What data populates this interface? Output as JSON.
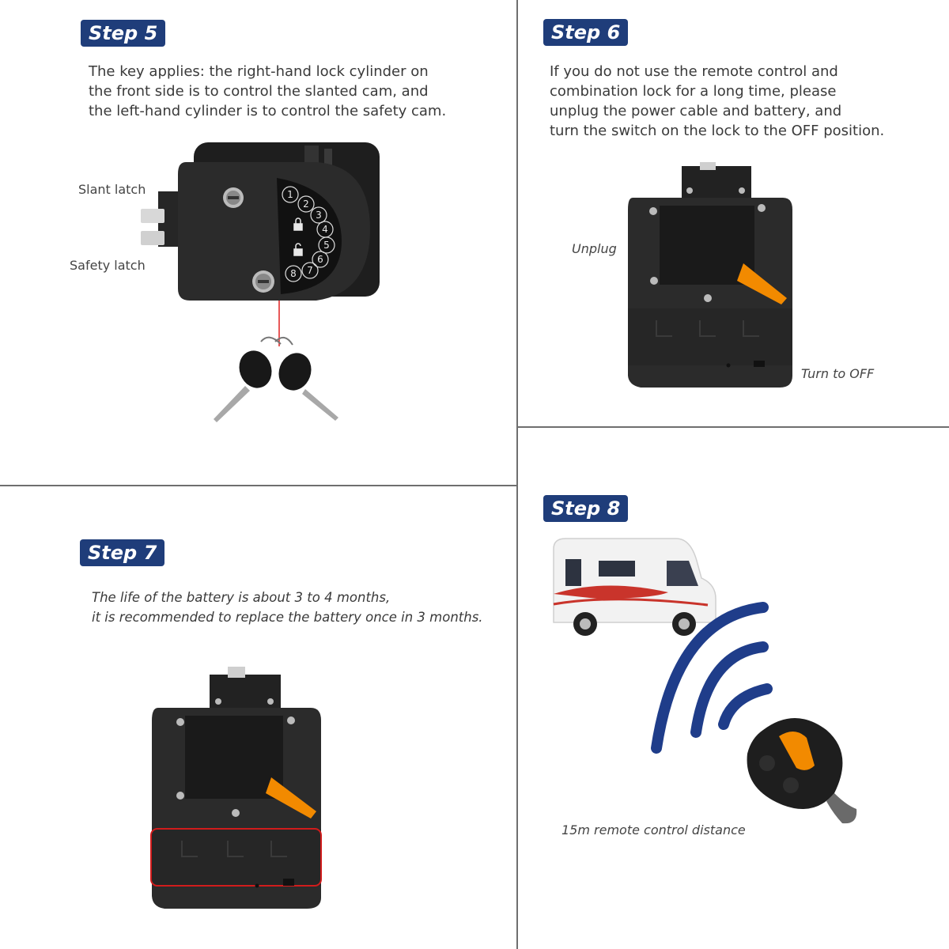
{
  "step5": {
    "badge": "Step 5",
    "lines": [
      "The key applies: the right-hand lock cylinder on",
      "the front side is to control the slanted cam, and",
      "the left-hand cylinder is to control the safety cam."
    ],
    "slant_latch_label": "Slant latch",
    "safety_latch_label": "Safety latch",
    "keypad_digits": [
      "1",
      "2",
      "3",
      "4",
      "5",
      "6",
      "7",
      "8"
    ]
  },
  "step6": {
    "badge": "Step 6",
    "lines": [
      "If you do not use the remote control and",
      "combination lock for a long time, please",
      "unplug the power cable and battery, and",
      "turn the switch on the lock to the OFF position."
    ],
    "unplug_label": "Unplug",
    "turn_off_label": "Turn to OFF"
  },
  "step7": {
    "badge": "Step 7",
    "lines": [
      "The life of the battery is about 3 to 4 months,",
      "it is recommended to replace the battery once in 3 months."
    ]
  },
  "step8": {
    "badge": "Step 8",
    "caption": "15m remote control distance"
  },
  "colors": {
    "badge": "#1f3d7a",
    "divider": "#6f6f6f",
    "lock_body": "#2b2b2b",
    "switch_orange": "#f28a00",
    "signal_arc": "#1f3d8a",
    "key_line": "#e02020"
  }
}
